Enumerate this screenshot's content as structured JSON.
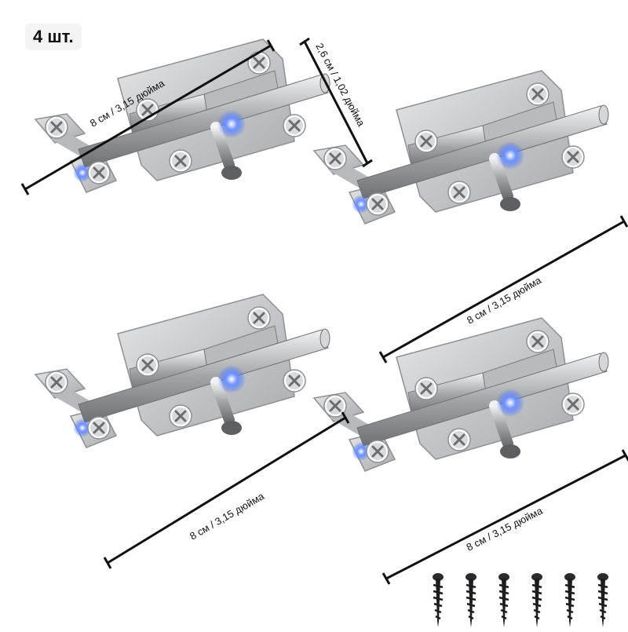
{
  "quantity_label": "4 шт.",
  "dimensions": {
    "length_label": "8 см / 3,15 дюйма",
    "height_label": "2,6 см / 1,02 дюйма"
  },
  "latch_count": 4,
  "screw_count": 6,
  "colors": {
    "metal": "#c9cacc",
    "metal_dark": "#8e9093",
    "screw": "#1d1d1f",
    "led_glow": "#3a6cff",
    "line": "#111111"
  }
}
